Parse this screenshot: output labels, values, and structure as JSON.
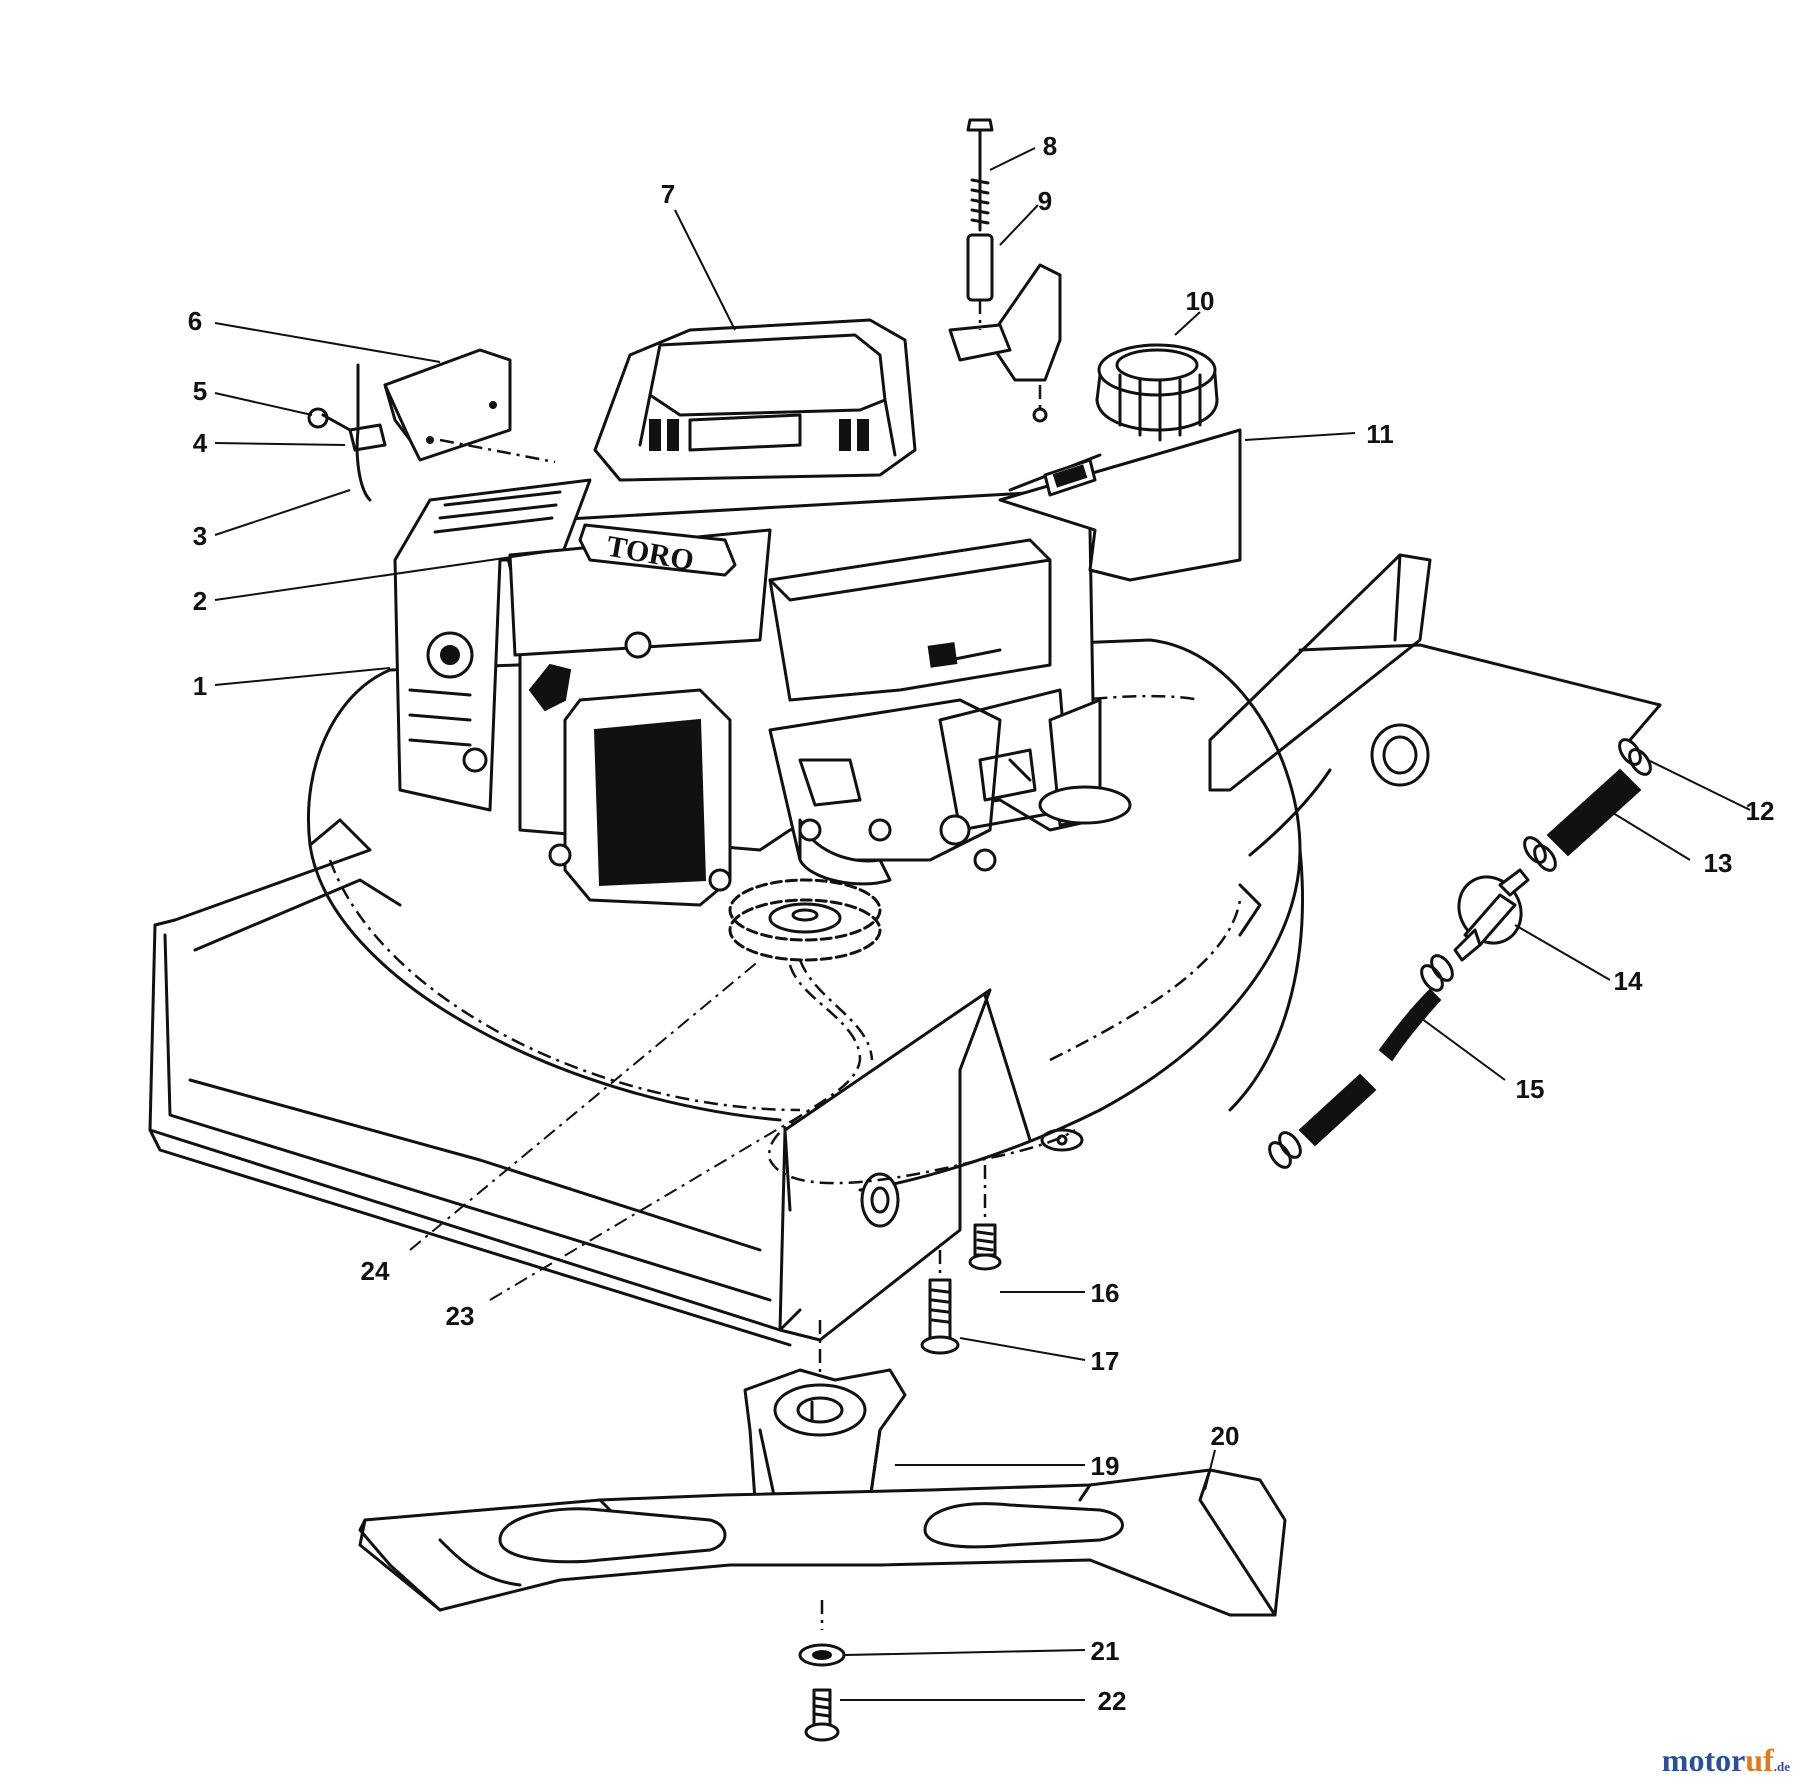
{
  "diagram": {
    "brand_label": "TORO",
    "callouts": [
      {
        "n": "1",
        "label": "1"
      },
      {
        "n": "2",
        "label": "2"
      },
      {
        "n": "3",
        "label": "3"
      },
      {
        "n": "4",
        "label": "4"
      },
      {
        "n": "5",
        "label": "5"
      },
      {
        "n": "6",
        "label": "6"
      },
      {
        "n": "7",
        "label": "7"
      },
      {
        "n": "8",
        "label": "8"
      },
      {
        "n": "9",
        "label": "9"
      },
      {
        "n": "10",
        "label": "10"
      },
      {
        "n": "11",
        "label": "11"
      },
      {
        "n": "12",
        "label": "12"
      },
      {
        "n": "13",
        "label": "13"
      },
      {
        "n": "14",
        "label": "14"
      },
      {
        "n": "15",
        "label": "15"
      },
      {
        "n": "16",
        "label": "16"
      },
      {
        "n": "17",
        "label": "17"
      },
      {
        "n": "19",
        "label": "19"
      },
      {
        "n": "20",
        "label": "20"
      },
      {
        "n": "21",
        "label": "21"
      },
      {
        "n": "22",
        "label": "22"
      },
      {
        "n": "23",
        "label": "23"
      },
      {
        "n": "24",
        "label": "24"
      }
    ]
  },
  "watermark": {
    "part_a": "motor",
    "part_b": "uf",
    "suffix": ".de"
  }
}
